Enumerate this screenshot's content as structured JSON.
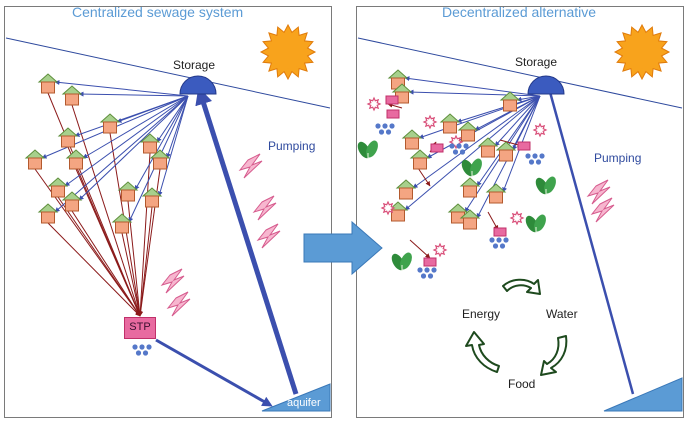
{
  "panels": {
    "left": {
      "title": "Centralized sewage system",
      "storage": "Storage",
      "pumping": "Pumping",
      "stp": "STP",
      "aquifer": "aquifer"
    },
    "right": {
      "title": "Decentralized alternative",
      "storage": "Storage",
      "pumping": "Pumping"
    }
  },
  "cycle": {
    "energy": "Energy",
    "water": "Water",
    "food": "Food"
  },
  "colors": {
    "title_text": "#5b9bd5",
    "supply_arrow": "#3b4fae",
    "sewage_arrow": "#8b1a1a",
    "house_roof": "#a7d08c",
    "house_body": "#f4a582",
    "sun": "#f8a31c",
    "lightning": "#f7b6cf",
    "storage": "#3b5bbf",
    "aquifer": "#5b9bd5",
    "transfer_arrow": "#5b9bd5",
    "plant": "#2e8b3a"
  },
  "icons": [
    "sun-icon",
    "house-icon",
    "storage-tank-icon",
    "lightning-icon",
    "stp-plant-icon",
    "aquifer-icon",
    "water-drops-icon",
    "plant-icon",
    "recycle-arrow-icon",
    "big-arrow-icon"
  ]
}
